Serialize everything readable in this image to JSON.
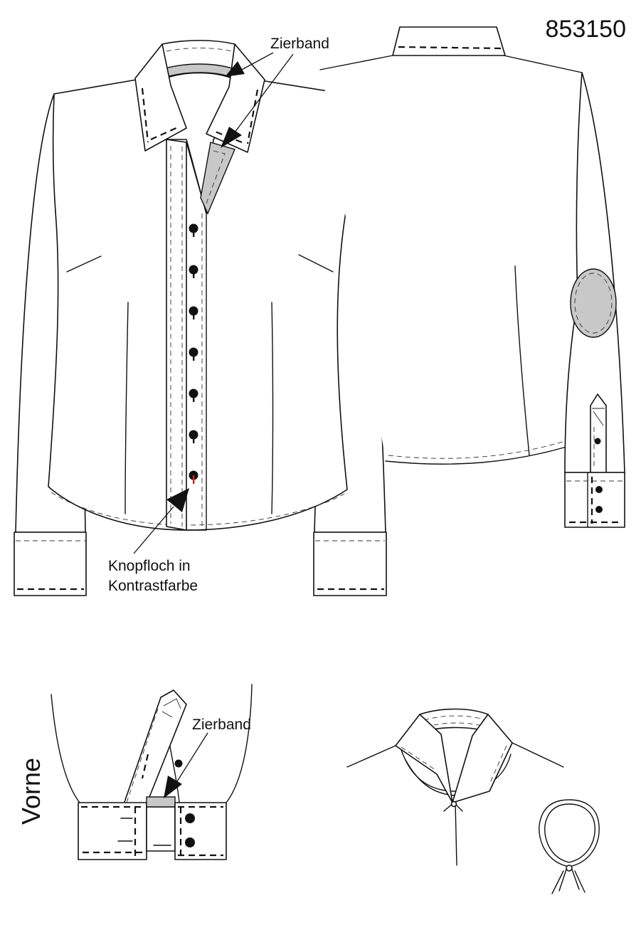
{
  "article_number": "853150",
  "labels": {
    "zierband_top": "Zierband",
    "knopfloch_line1": "Knopfloch in",
    "knopfloch_line2": "Kontrastfarbe",
    "zierband_cuff": "Zierband",
    "vorne": "Vorne"
  },
  "colors": {
    "line": "#111111",
    "accent_grey": "#c8c8c8",
    "buttonhole_red": "#d42020",
    "background": "#ffffff"
  },
  "icons": {
    "button": "filled-circle",
    "buttonhole": "vertical-bar",
    "pointer": "black-arrowhead"
  }
}
